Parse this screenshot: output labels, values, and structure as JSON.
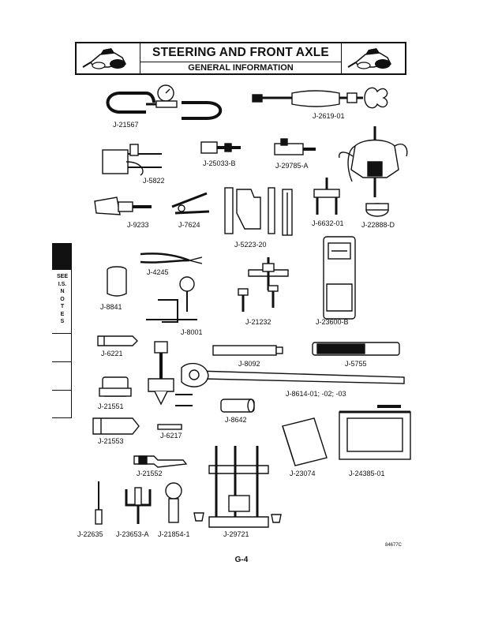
{
  "header": {
    "title": "STEERING AND FRONT AXLE",
    "subtitle": "GENERAL INFORMATION"
  },
  "tools": [
    "J-21567",
    "J-2619-01",
    "J-5822",
    "J-25033-B",
    "J-29785-A",
    "J-22888-D",
    "J-9233",
    "J-7624",
    "J-6632-01",
    "J-5223-20",
    "J-4245",
    "J-8841",
    "J-21232",
    "J-23600-B",
    "J-8001",
    "J-6221",
    "J-8092",
    "J-5755",
    "J-8614-01; -02; -03",
    "J-21551",
    "J-8642",
    "J-6217",
    "J-21553",
    "J-21552",
    "J-23074",
    "J-24385-01",
    "J-22635",
    "J-23653-A",
    "J-21854-1",
    "J-29721"
  ],
  "side_tab": {
    "lines": [
      "SEE",
      "I.S.",
      "N",
      "O",
      "T",
      "E",
      "S"
    ]
  },
  "figure_code": "84677C",
  "page_number": "G-4"
}
